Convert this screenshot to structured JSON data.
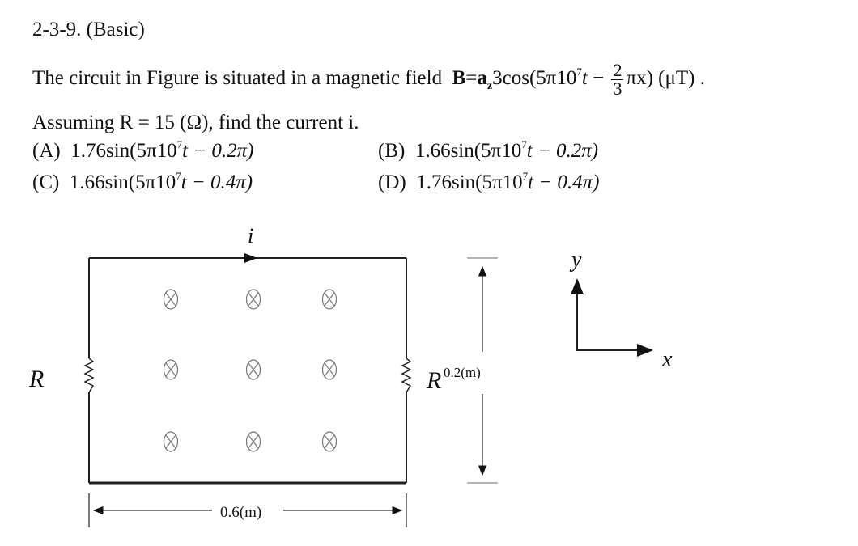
{
  "problem": {
    "number": "2-3-9. (Basic)",
    "statement_prefix": "The circuit in Figure is situated in a magnetic field",
    "field_bold": "B",
    "field_eq": "=",
    "field_vec": "a",
    "field_sub": "z",
    "field_expr_a": "3cos(5π10",
    "field_exp": "7",
    "field_t": "t",
    "field_minus": " − ",
    "frac_num": "2",
    "frac_den": "3",
    "field_expr_b": "πx) (μT) .",
    "assumption": "Assuming R = 15 (Ω), find the current i."
  },
  "options": [
    {
      "label": "(A)",
      "pre": "1.76sin(5π10",
      "exp": "7",
      "post": "t − 0.2π)"
    },
    {
      "label": "(B)",
      "pre": "1.66sin(5π10",
      "exp": "7",
      "post": "t − 0.2π)"
    },
    {
      "label": "(C)",
      "pre": "1.66sin(5π10",
      "exp": "7",
      "post": "t − 0.4π)"
    },
    {
      "label": "(D)",
      "pre": "1.76sin(5π10",
      "exp": "7",
      "post": "t − 0.4π)"
    }
  ],
  "figure": {
    "current_label": "i",
    "resistor_left_label": "R",
    "resistor_right_label": "R",
    "height_label": "0.2(m)",
    "width_label": "0.6(m)",
    "axis_y_label": "y",
    "axis_x_label": "x",
    "field_symbol": "⊗"
  }
}
